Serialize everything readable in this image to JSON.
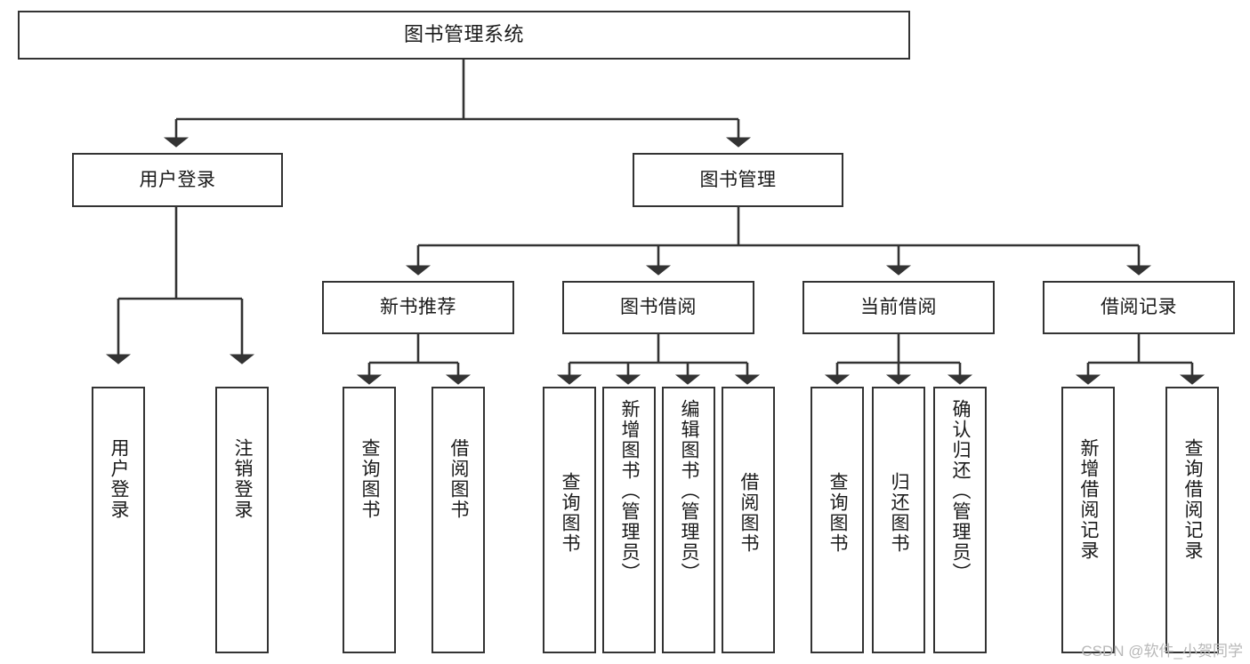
{
  "diagram": {
    "type": "hierarchy-tree",
    "title": "图书管理系统",
    "watermark": "CSDN @软件_小贺同学",
    "colors": {
      "box_border": "#333333",
      "box_fill": "#ffffff",
      "connector": "#333333",
      "text": "#1a1a1a",
      "watermark": "#b8b8b8",
      "background": "#ffffff"
    },
    "levels": {
      "root": "图书管理系统",
      "level2": [
        "用户登录",
        "图书管理"
      ],
      "level3": [
        "新书推荐",
        "图书借阅",
        "当前借阅",
        "借阅记录"
      ]
    },
    "nodes": {
      "root": {
        "label": "图书管理系统"
      },
      "user_login": {
        "label": "用户登录"
      },
      "book_manage": {
        "label": "图书管理"
      },
      "new_book_rec": {
        "label": "新书推荐"
      },
      "book_borrow": {
        "label": "图书借阅"
      },
      "current_borrow": {
        "label": "当前借阅"
      },
      "borrow_record": {
        "label": "借阅记录"
      },
      "leaf_user_login": {
        "label": "用户登录"
      },
      "leaf_logout": {
        "label": "注销登录"
      },
      "leaf_query_book_1": {
        "label": "查询图书"
      },
      "leaf_borrow_book_1": {
        "label": "借阅图书"
      },
      "leaf_query_book_2": {
        "label": "查询图书"
      },
      "leaf_add_book": {
        "label": "新增图书（管理员）"
      },
      "leaf_edit_book": {
        "label": "编辑图书（管理员）"
      },
      "leaf_borrow_book_2": {
        "label": "借阅图书"
      },
      "leaf_query_book_3": {
        "label": "查询图书"
      },
      "leaf_return_book": {
        "label": "归还图书"
      },
      "leaf_confirm_return": {
        "label": "确认归还（管理员）"
      },
      "leaf_add_record": {
        "label": "新增借阅记录"
      },
      "leaf_query_record": {
        "label": "查询借阅记录"
      }
    },
    "edges": [
      {
        "from": "root",
        "to": "user_login"
      },
      {
        "from": "root",
        "to": "book_manage"
      },
      {
        "from": "user_login",
        "to": "leaf_user_login"
      },
      {
        "from": "user_login",
        "to": "leaf_logout"
      },
      {
        "from": "book_manage",
        "to": "new_book_rec"
      },
      {
        "from": "book_manage",
        "to": "book_borrow"
      },
      {
        "from": "book_manage",
        "to": "current_borrow"
      },
      {
        "from": "book_manage",
        "to": "borrow_record"
      },
      {
        "from": "new_book_rec",
        "to": "leaf_query_book_1"
      },
      {
        "from": "new_book_rec",
        "to": "leaf_borrow_book_1"
      },
      {
        "from": "book_borrow",
        "to": "leaf_query_book_2"
      },
      {
        "from": "book_borrow",
        "to": "leaf_add_book"
      },
      {
        "from": "book_borrow",
        "to": "leaf_edit_book"
      },
      {
        "from": "book_borrow",
        "to": "leaf_borrow_book_2"
      },
      {
        "from": "current_borrow",
        "to": "leaf_query_book_3"
      },
      {
        "from": "current_borrow",
        "to": "leaf_return_book"
      },
      {
        "from": "current_borrow",
        "to": "leaf_confirm_return"
      },
      {
        "from": "borrow_record",
        "to": "leaf_add_record"
      },
      {
        "from": "borrow_record",
        "to": "leaf_query_record"
      }
    ]
  }
}
